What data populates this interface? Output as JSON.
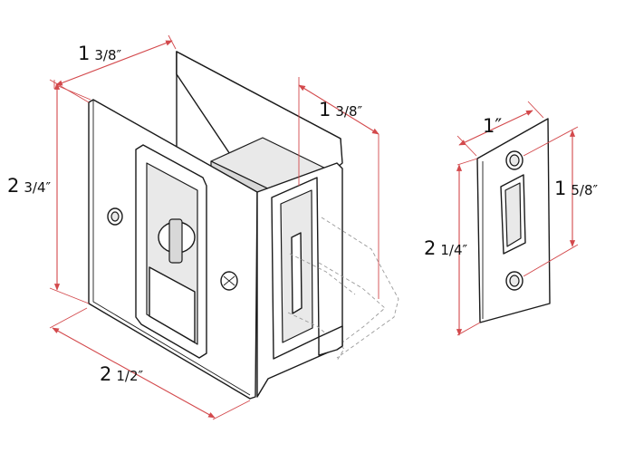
{
  "dimensions": {
    "lock_depth": {
      "whole": "1",
      "fraction": "3/8″"
    },
    "lock_height": {
      "whole": "2",
      "fraction": "3/4″"
    },
    "lock_width": {
      "whole": "2",
      "fraction": "1/2″"
    },
    "edge_depth": {
      "whole": "1",
      "fraction": "3/8″"
    },
    "strike_width": {
      "whole": "1″",
      "fraction": ""
    },
    "strike_hole_spacing": {
      "whole": "1",
      "fraction": "5/8″"
    },
    "strike_height": {
      "whole": "2",
      "fraction": "1/4″"
    }
  },
  "colors": {
    "dimension_line": "#d3494c",
    "outline": "#1a1a1a"
  }
}
